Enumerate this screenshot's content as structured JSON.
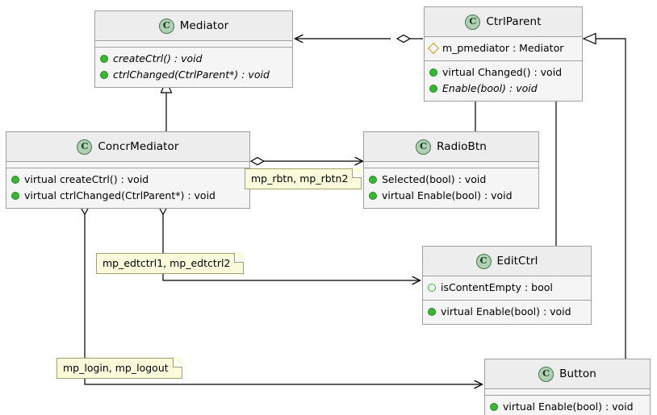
{
  "diagram": {
    "kind": "uml-class-diagram",
    "title": "Mediator pattern class diagram",
    "colors": {
      "class_fill": "#F5F5F5",
      "class_header_fill": "#EDEDED",
      "class_border": "#A0A0A0",
      "note_fill": "#FBFBDC",
      "note_border": "#A0A070",
      "public_marker": "#38B832",
      "private_marker": "#C8A000",
      "line": "#000000",
      "background": "#FFFFFF"
    }
  },
  "classes": [
    {
      "id": "mediator",
      "name": "Mediator",
      "stereotype_badge": "C",
      "abstract": true,
      "fields": [],
      "methods": [
        {
          "visibility": "public",
          "marker": "filled-circle",
          "text": "createCtrl() : void",
          "abstract": true
        },
        {
          "visibility": "public",
          "marker": "filled-circle",
          "text": "ctrlChanged(CtrlParent*) : void",
          "abstract": true
        }
      ]
    },
    {
      "id": "ctrlparent",
      "name": "CtrlParent",
      "stereotype_badge": "C",
      "abstract": false,
      "fields": [
        {
          "visibility": "private",
          "marker": "diamond",
          "text": "m_pmediator : Mediator",
          "abstract": false
        }
      ],
      "methods": [
        {
          "visibility": "public",
          "marker": "filled-circle",
          "text": "virtual Changed() : void",
          "abstract": false
        },
        {
          "visibility": "public",
          "marker": "filled-circle",
          "text": "Enable(bool) : void",
          "abstract": true
        }
      ]
    },
    {
      "id": "concrmediator",
      "name": "ConcrMediator",
      "stereotype_badge": "C",
      "abstract": false,
      "fields": [],
      "methods": [
        {
          "visibility": "public",
          "marker": "filled-circle",
          "text": "virtual createCtrl() : void",
          "abstract": false
        },
        {
          "visibility": "public",
          "marker": "filled-circle",
          "text": "virtual ctrlChanged(CtrlParent*) : void",
          "abstract": false
        }
      ]
    },
    {
      "id": "radiobtn",
      "name": "RadioBtn",
      "stereotype_badge": "C",
      "abstract": false,
      "fields": [],
      "methods": [
        {
          "visibility": "public",
          "marker": "filled-circle",
          "text": "Selected(bool) : void",
          "abstract": false
        },
        {
          "visibility": "public",
          "marker": "filled-circle",
          "text": "virtual Enable(bool) : void",
          "abstract": false
        }
      ]
    },
    {
      "id": "editctrl",
      "name": "EditCtrl",
      "stereotype_badge": "C",
      "abstract": false,
      "fields": [
        {
          "visibility": "protected",
          "marker": "hollow-circle",
          "text": "isContentEmpty : bool",
          "abstract": false
        }
      ],
      "methods": [
        {
          "visibility": "public",
          "marker": "filled-circle",
          "text": "virtual Enable(bool) : void",
          "abstract": false
        }
      ]
    },
    {
      "id": "button",
      "name": "Button",
      "stereotype_badge": "C",
      "abstract": false,
      "fields": [],
      "methods": [
        {
          "visibility": "public",
          "marker": "filled-circle",
          "text": "virtual Enable(bool) : void",
          "abstract": false
        }
      ]
    }
  ],
  "notes": [
    {
      "id": "note-rbtn",
      "text": "mp_rbtn, mp_rbtn2"
    },
    {
      "id": "note-edtctrl",
      "text": "mp_edtctrl1, mp_edtctrl2"
    },
    {
      "id": "note-login",
      "text": "mp_login, mp_logout"
    }
  ],
  "relations": [
    {
      "id": "rel-ctrlparent-mediator",
      "from": "CtrlParent",
      "to": "Mediator",
      "type": "aggregation",
      "source_decoration": "hollow-diamond",
      "target_decoration": "open-arrow",
      "label": ""
    },
    {
      "id": "rel-concrmediator-mediator",
      "from": "ConcrMediator",
      "to": "Mediator",
      "type": "generalization",
      "source_decoration": "none",
      "target_decoration": "hollow-triangle",
      "label": ""
    },
    {
      "id": "rel-radiobtn-ctrlparent",
      "from": "RadioBtn",
      "to": "CtrlParent",
      "type": "generalization",
      "source_decoration": "none",
      "target_decoration": "hollow-triangle",
      "label": ""
    },
    {
      "id": "rel-editctrl-ctrlparent",
      "from": "EditCtrl",
      "to": "CtrlParent",
      "type": "generalization",
      "source_decoration": "none",
      "target_decoration": "hollow-triangle",
      "label": ""
    },
    {
      "id": "rel-button-ctrlparent",
      "from": "Button",
      "to": "CtrlParent",
      "type": "generalization",
      "source_decoration": "none",
      "target_decoration": "hollow-triangle",
      "label": ""
    },
    {
      "id": "rel-concrmediator-radiobtn",
      "from": "ConcrMediator",
      "to": "RadioBtn",
      "type": "aggregation",
      "source_decoration": "hollow-diamond",
      "target_decoration": "open-arrow",
      "label": "mp_rbtn, mp_rbtn2"
    },
    {
      "id": "rel-concrmediator-editctrl",
      "from": "ConcrMediator",
      "to": "EditCtrl",
      "type": "aggregation",
      "source_decoration": "hollow-diamond",
      "target_decoration": "open-arrow",
      "label": "mp_edtctrl1, mp_edtctrl2"
    },
    {
      "id": "rel-concrmediator-button",
      "from": "ConcrMediator",
      "to": "Button",
      "type": "aggregation",
      "source_decoration": "hollow-diamond",
      "target_decoration": "open-arrow",
      "label": "mp_login, mp_logout"
    }
  ]
}
